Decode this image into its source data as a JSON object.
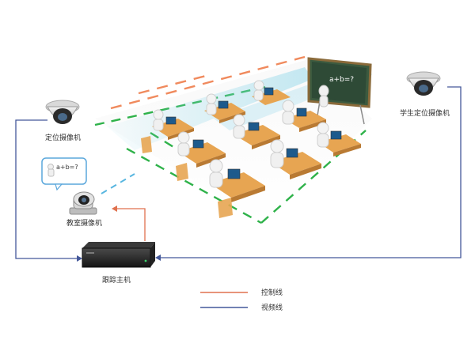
{
  "labels": {
    "positioning_camera": "定位摄像机",
    "student_camera": "学生定位摄像机",
    "classroom_camera": "教室摄像机",
    "tracking_host": "跟踪主机",
    "board_text": "a+b=?",
    "bubble_text": "a+b=?"
  },
  "legend": {
    "control_line": "控制线",
    "video_line": "视频线"
  },
  "colors": {
    "control_line": "#e0714e",
    "video_line": "#44589a",
    "green_dash": "#2fb24a",
    "orange_dash": "#f08a5d",
    "desk": "#e7a552",
    "chalkboard": "#2e4a36",
    "beam": "#7fd1e6"
  }
}
